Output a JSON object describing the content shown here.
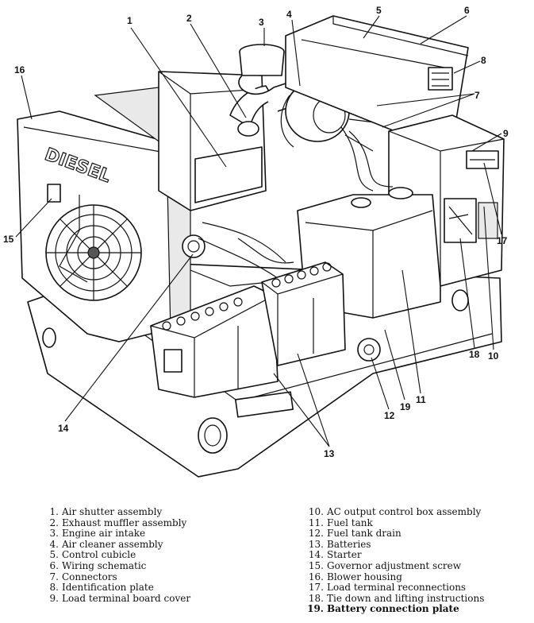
{
  "diagram": {
    "word_on_housing": "DIESEL",
    "callouts": [
      "1",
      "2",
      "3",
      "4",
      "5",
      "6",
      "7",
      "8",
      "9",
      "10",
      "11",
      "12",
      "13",
      "14",
      "15",
      "16",
      "17",
      "18",
      "19"
    ],
    "legend_left": [
      {
        "num": "1.",
        "label": "Air shutter assembly"
      },
      {
        "num": "2.",
        "label": "Exhaust muffler assembly"
      },
      {
        "num": "3.",
        "label": "Engine air intake"
      },
      {
        "num": "4.",
        "label": "Air cleaner assembly"
      },
      {
        "num": "5.",
        "label": "Control cubicle"
      },
      {
        "num": "6.",
        "label": "Wiring schematic"
      },
      {
        "num": "7.",
        "label": "Connectors"
      },
      {
        "num": "8.",
        "label": "Identification plate"
      },
      {
        "num": "9.",
        "label": "Load terminal board cover"
      }
    ],
    "legend_right": [
      {
        "num": "10.",
        "label": "AC output control box assembly"
      },
      {
        "num": "11.",
        "label": "Fuel tank"
      },
      {
        "num": "12.",
        "label": "Fuel tank drain"
      },
      {
        "num": "13.",
        "label": "Batteries"
      },
      {
        "num": "14.",
        "label": "Starter"
      },
      {
        "num": "15.",
        "label": "Governor adjustment screw"
      },
      {
        "num": "16.",
        "label": "Blower housing"
      },
      {
        "num": "17.",
        "label": "Load terminal reconnections"
      },
      {
        "num": "18.",
        "label": "Tie down and lifting instructions"
      },
      {
        "num": "19.",
        "label": "Battery connection plate"
      }
    ]
  }
}
